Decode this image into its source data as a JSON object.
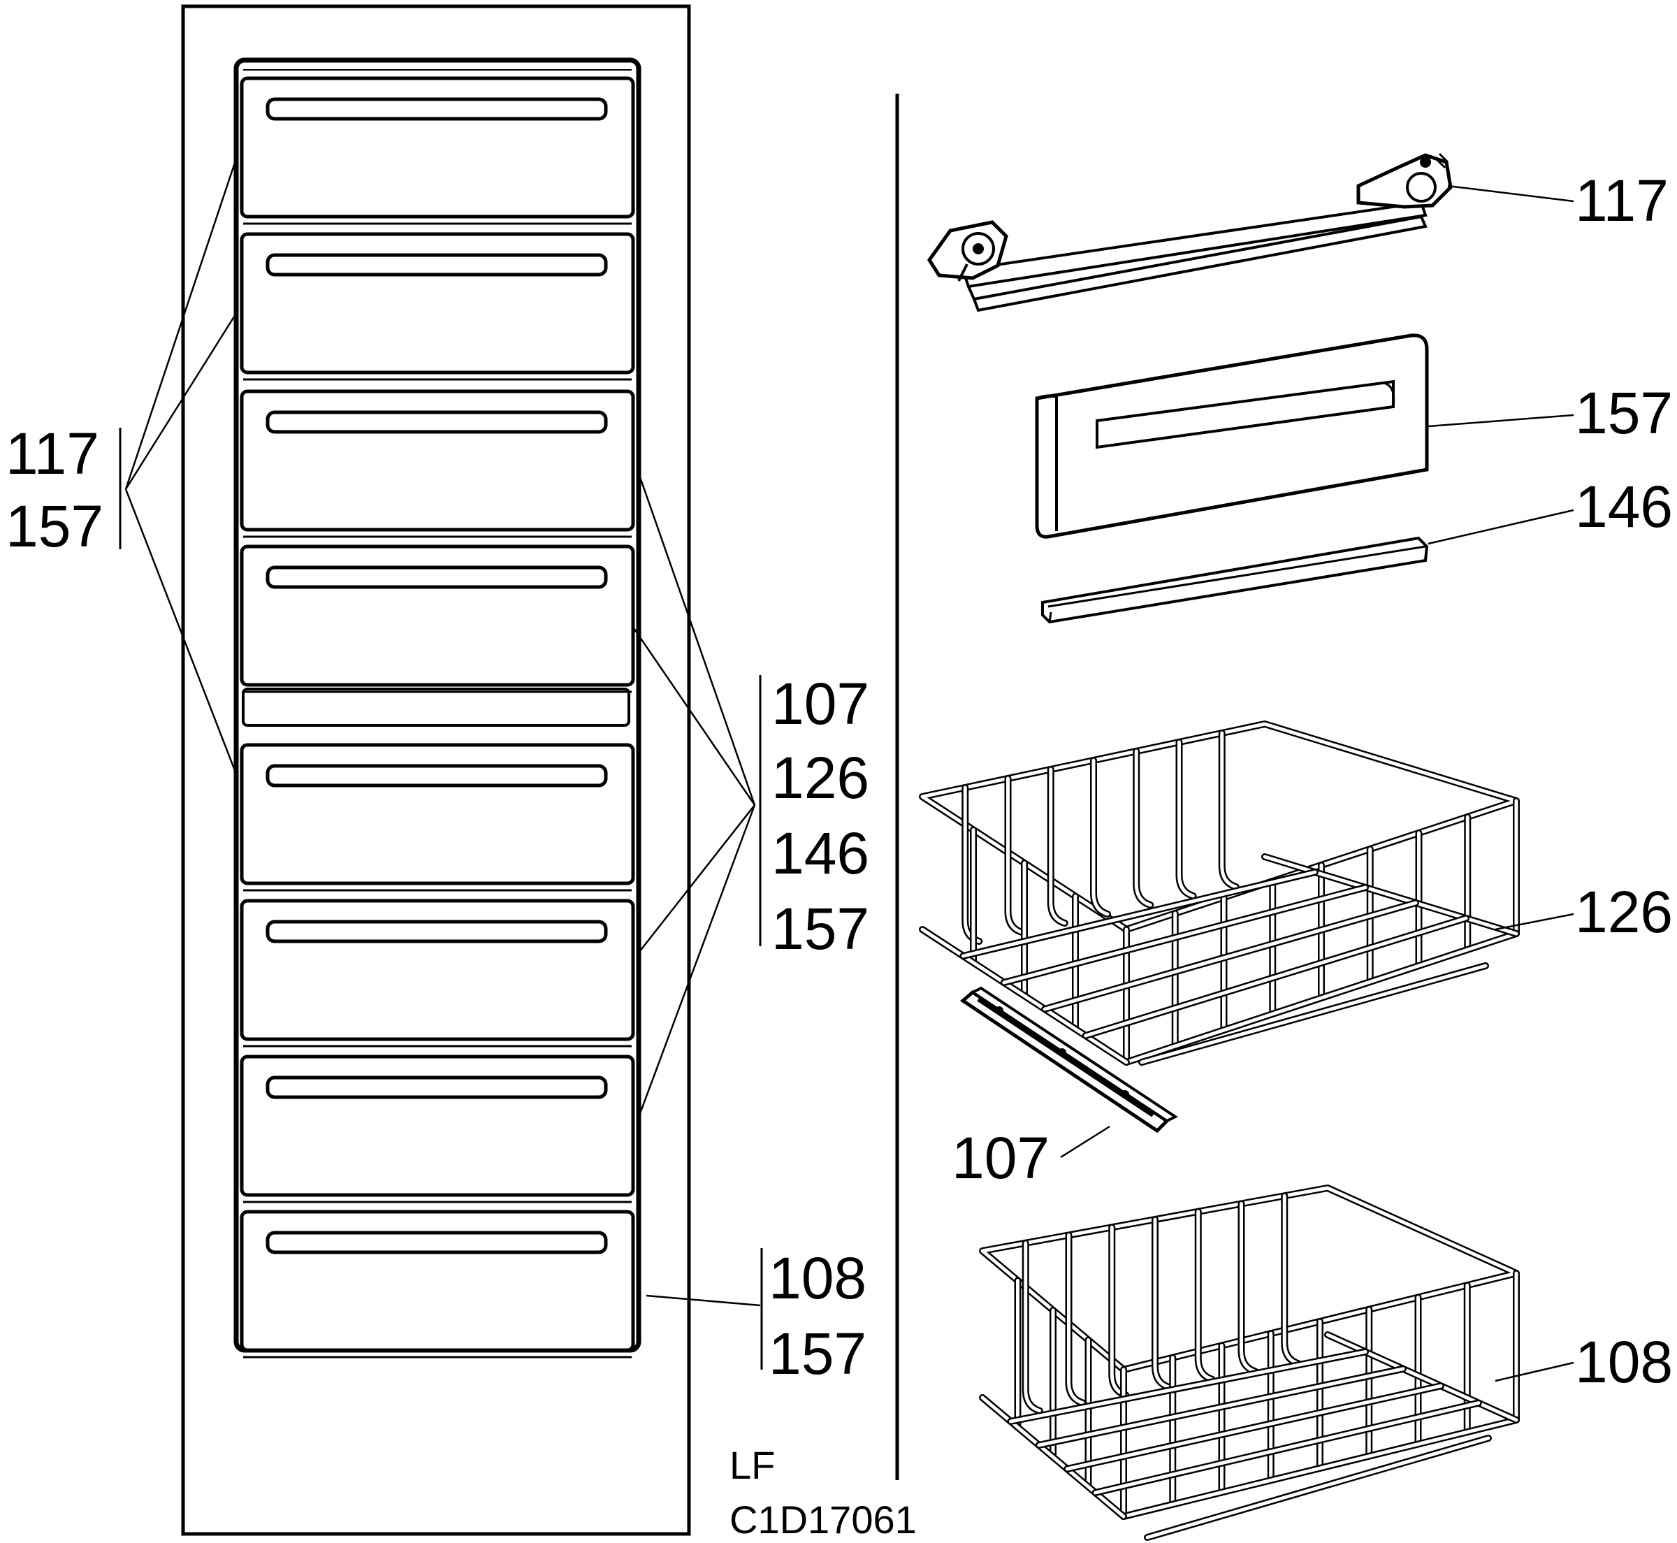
{
  "left_group_labels": [
    "117",
    "157"
  ],
  "middle_group_labels": [
    "107",
    "126",
    "146",
    "157"
  ],
  "bottom_group_labels": [
    "108",
    "157"
  ],
  "part_labels": {
    "bar": "117",
    "front_panel": "157",
    "trim_strip": "146",
    "basket_upper": "126",
    "slide_rail": "107",
    "basket_lower": "108"
  },
  "footer": {
    "line1": "LF",
    "line2": "C1D17061"
  }
}
